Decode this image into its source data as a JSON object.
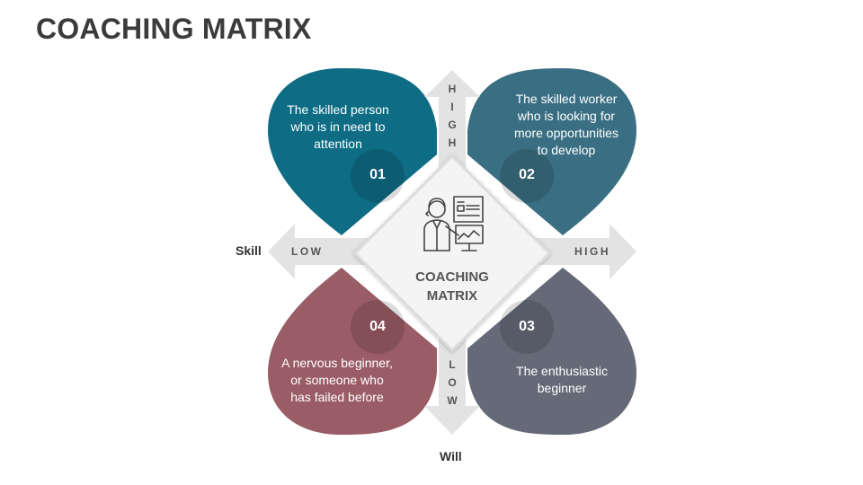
{
  "title": "COACHING MATRIX",
  "center": {
    "line1": "COACHING",
    "line2": "MATRIX",
    "icon": "coach-presentation-icon"
  },
  "axes": {
    "horizontal": {
      "name": "Skill",
      "low": "LOW",
      "high": "HIGH"
    },
    "vertical": {
      "name": "Will",
      "high_letters": [
        "H",
        "I",
        "G",
        "H"
      ],
      "low_letters": [
        "L",
        "O",
        "W"
      ]
    }
  },
  "quadrants": [
    {
      "number": "01",
      "lines": [
        "The skilled person",
        "who is in need to",
        "attention"
      ],
      "color": "#0e6d84"
    },
    {
      "number": "02",
      "lines": [
        "The skilled worker",
        "who is looking for",
        "more opportunities",
        "to develop"
      ],
      "color": "#3a6f83"
    },
    {
      "number": "03",
      "lines": [
        "The enthusiastic",
        "beginner"
      ],
      "color": "#666a78"
    },
    {
      "number": "04",
      "lines": [
        "A nervous beginner,",
        "or someone who",
        "has failed before"
      ],
      "color": "#9a5d66"
    }
  ],
  "colors": {
    "arrow": "#e3e3e3",
    "diamond_border": "#dcdcdc",
    "title": "#3b3b3b"
  }
}
